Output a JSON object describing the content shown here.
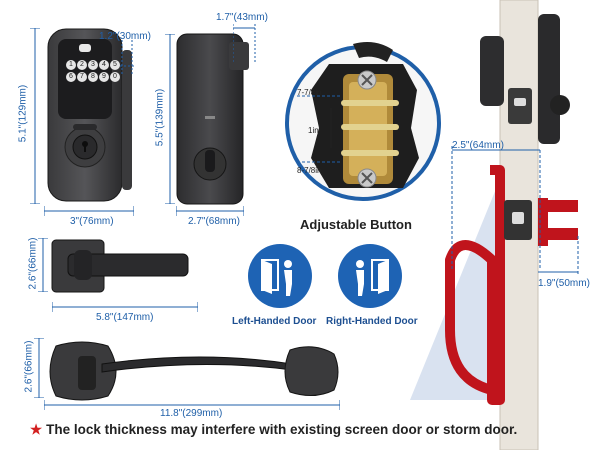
{
  "keypad_keys": [
    "1",
    "2",
    "3",
    "4",
    "5",
    "6",
    "7",
    "8",
    "9",
    "0"
  ],
  "dimensions": {
    "keypad_depth": "1.2\"(30mm)",
    "keypad_height": "5.1\"(129mm)",
    "keypad_width": "3\"(76mm)",
    "interior_depth": "1.7\"(43mm)",
    "interior_height": "5.5\"(139mm)",
    "interior_width": "2.7\"(68mm)",
    "lever_height": "2.6\"(66mm)",
    "lever_length": "5.8\"(147mm)",
    "handle_height": "2.6\"(66mm)",
    "handle_length": "11.8\"(299mm)",
    "backset": "2.5\"(64mm)",
    "door_thickness": "1.9\"(50mm)",
    "button_top": "7-7/8in",
    "button_mid": "1in",
    "button_bottom": "8-7/8in"
  },
  "adjustable_button_title": "Adjustable Button",
  "left_door_label": "Left-Handed Door",
  "right_door_label": "Right-Handed Door",
  "note": {
    "icon": "red-star-icon",
    "text": "The lock thickness may interfere with existing screen door or storm door."
  },
  "colors": {
    "dimension_blue": "#1f5fa8",
    "icon_blue": "#1e63b4",
    "latch_red": "#c0141c",
    "hardware_dark": "#2a2a2c",
    "star_red": "#d32020"
  }
}
